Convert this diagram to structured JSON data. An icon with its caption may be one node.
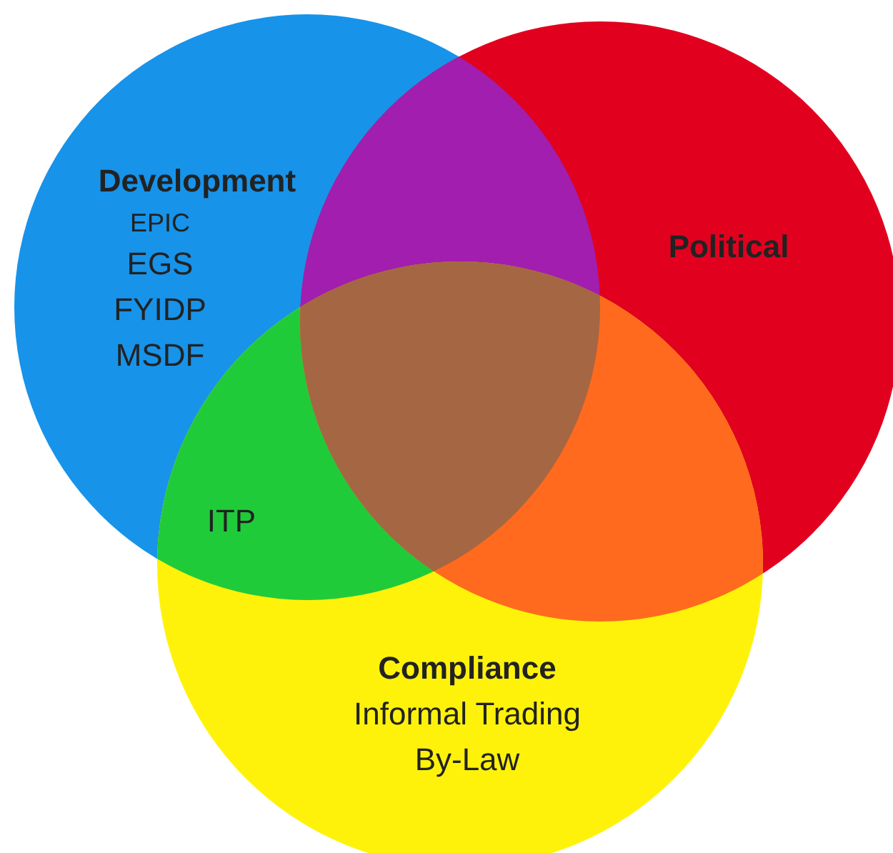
{
  "diagram": {
    "nodes": [
      {
        "text": [
          "Development",
          "EPIC",
          "EGS",
          "FYIDP",
          "MSDF"
        ]
      },
      {
        "text": [
          "Political"
        ]
      },
      {
        "text": [
          "Compliance",
          "Informal Trading By-Law"
        ]
      }
    ],
    "labels": [
      "ITP"
    ]
  }
}
